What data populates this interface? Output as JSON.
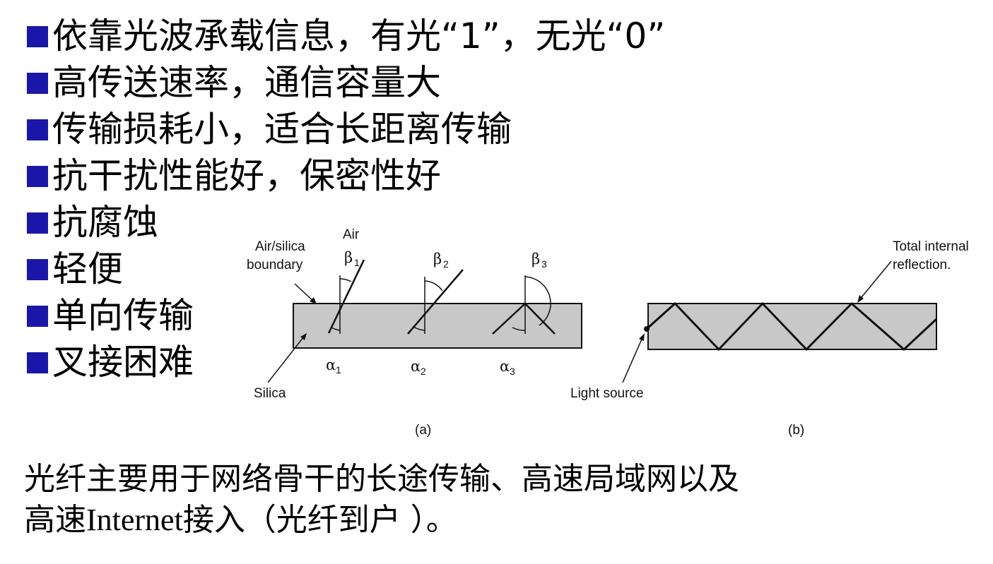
{
  "colors": {
    "bullet_marker": "#1a17a8",
    "fiber_fill": "#c8c8c8",
    "line": "#111111"
  },
  "bullets": [
    {
      "text": "依靠光波承载信息，有光“1”，无光“0”"
    },
    {
      "text": "高传送速率，通信容量大"
    },
    {
      "text": "传输损耗小，适合长距离传输"
    },
    {
      "text": "抗干扰性能好，保密性好"
    },
    {
      "text": "抗腐蚀"
    },
    {
      "text": "轻便"
    },
    {
      "text": "单向传输"
    },
    {
      "text": "叉接困难"
    }
  ],
  "figure": {
    "a": {
      "air_label": "Air",
      "boundary_label_line1": "Air/silica",
      "boundary_label_line2": "boundary",
      "beta_symbol": "β",
      "alpha_symbol": "α",
      "subscripts": [
        "1",
        "2",
        "3"
      ],
      "silica_label": "Silica",
      "caption": "(a)"
    },
    "b": {
      "reflection_label_line1": "Total internal",
      "reflection_label_line2": "reflection.",
      "light_source_label": "Light source",
      "caption": "(b)"
    }
  },
  "summary": {
    "line1": "光纤主要用于网络骨干的长途传输、高速局域网以及",
    "line2_prefix": "高速",
    "line2_latin": "Internet",
    "line2_suffix": "接入（光纤到户 ）。"
  }
}
